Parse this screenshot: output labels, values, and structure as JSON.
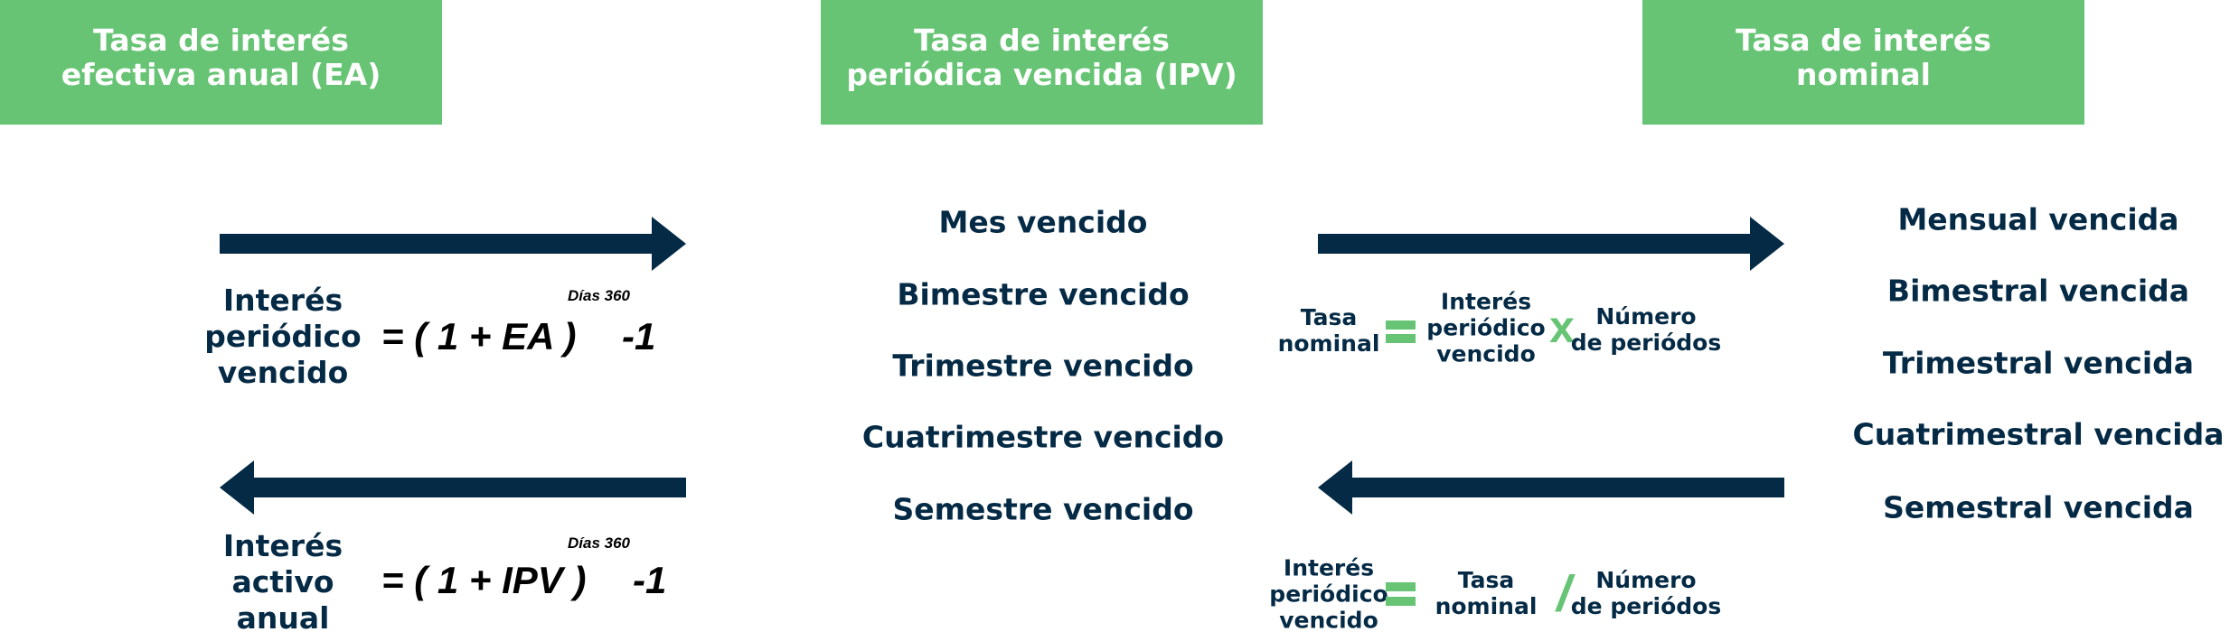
{
  "headers": [
    {
      "line1": "Tasa de interés",
      "line2": "efectiva anual (EA)"
    },
    {
      "line1": "Tasa de interés",
      "line2": "periódica vencida (IPV)"
    },
    {
      "line1": "Tasa de interés",
      "line2": "nominal"
    }
  ],
  "left": {
    "top": {
      "label": [
        "Interés",
        "periódico",
        "vencido"
      ],
      "formula": "= ( 1 + EA )",
      "exponent": "Días 360",
      "minus_one": "-1"
    },
    "bottom": {
      "label": [
        "Interés",
        "activo",
        "anual"
      ],
      "formula": "= ( 1 + IPV )",
      "exponent": "Días 360",
      "minus_one": "-1"
    }
  },
  "periodic_list": [
    "Mes vencido",
    "Bimestre vencido",
    "Trimestre vencido",
    "Cuatrimestre vencido",
    "Semestre vencido"
  ],
  "nominal_list": [
    "Mensual vencida",
    "Bimestral vencida",
    "Trimestral vencida",
    "Cuatrimestral vencida",
    "Semestral vencida"
  ],
  "middle": {
    "top": {
      "result": [
        "Tasa",
        "nominal"
      ],
      "operand1": [
        "Interés",
        "periódico",
        "vencido"
      ],
      "operator": "x",
      "operand2": [
        "Número",
        "de periódos"
      ]
    },
    "bottom": {
      "result": [
        "Interés",
        "periódico",
        "vencido"
      ],
      "operand1": [
        "Tasa",
        "nominal"
      ],
      "operator": "/",
      "operand2": [
        "Número",
        "de periódos"
      ]
    }
  },
  "colors": {
    "green": "#66c474",
    "navy": "#042a45"
  }
}
